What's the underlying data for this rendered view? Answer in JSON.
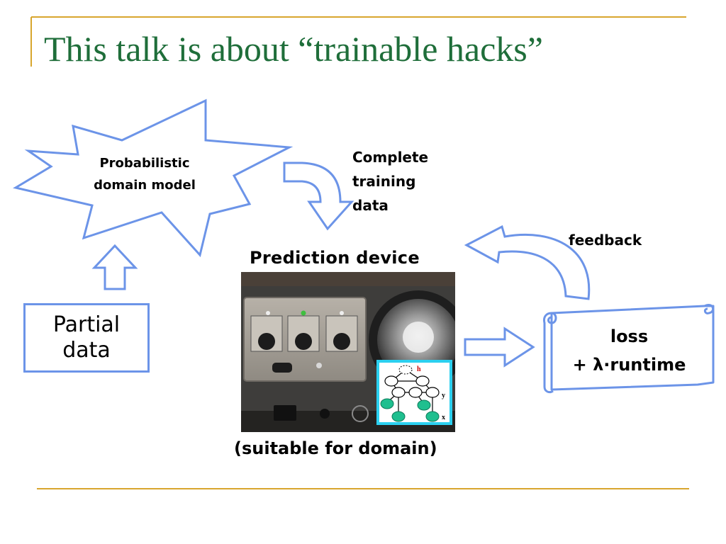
{
  "slide": {
    "title": "This talk is about “trainable hacks”"
  },
  "diagram": {
    "probabilistic_model_line1": "Probabilistic",
    "probabilistic_model_line2": "domain model",
    "complete_line1": "Complete",
    "complete_line2": "training",
    "complete_line3": "data",
    "feedback": "feedback",
    "prediction_device": "Prediction device",
    "partial_line1": "Partial",
    "partial_line2": "data",
    "suitable": "(suitable for domain)",
    "loss_line1": "loss",
    "loss_line2": "+ λ·runtime",
    "network_node_h": "h",
    "network_node_y": "y",
    "network_node_x": "x"
  },
  "colors": {
    "title": "#1f6e3a",
    "accent_rule": "#d8a62e",
    "shape_outline": "#6c94e8",
    "network_border": "#2bd0f0",
    "network_leaf": "#1fbf8f",
    "node_label_h": "#cc0000"
  }
}
